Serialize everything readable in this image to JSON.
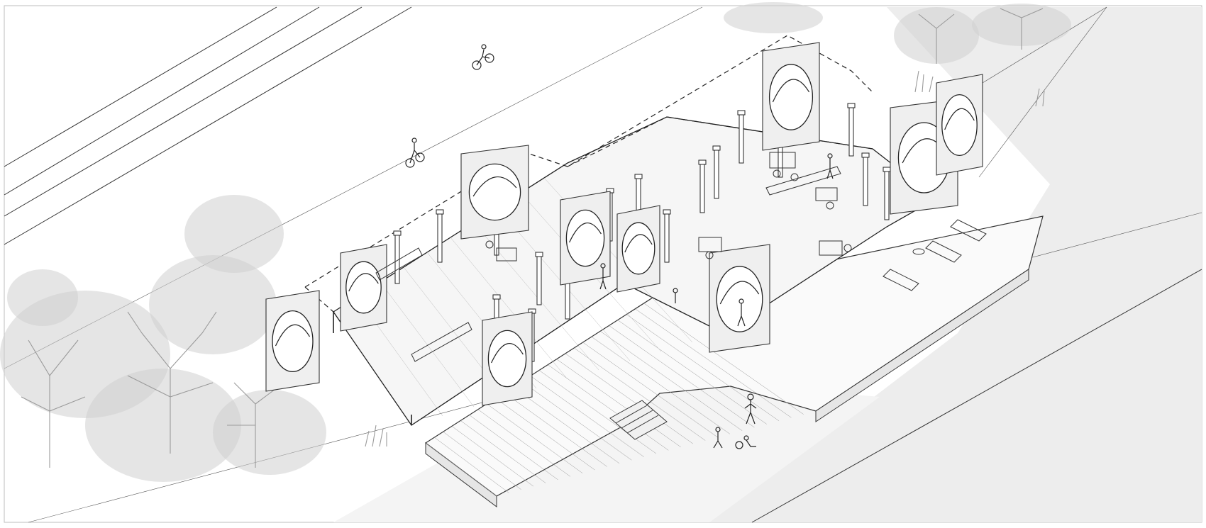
{
  "figure": {
    "type": "axonometric-architectural-drawing",
    "colors": {
      "background": "#ffffff",
      "linework": "#333333",
      "vegetation": "#cfcfcf",
      "ground_texture": "#ededed",
      "panel_fill": "#efefef"
    },
    "elements": [
      "road-lines",
      "cyclist",
      "building-floor-plate",
      "roof-outline-dashed",
      "perforated-circular-panels",
      "columns",
      "furniture",
      "timber-deck",
      "deck-stair",
      "lounge-chairs",
      "children-playing",
      "trees",
      "bushes"
    ]
  }
}
